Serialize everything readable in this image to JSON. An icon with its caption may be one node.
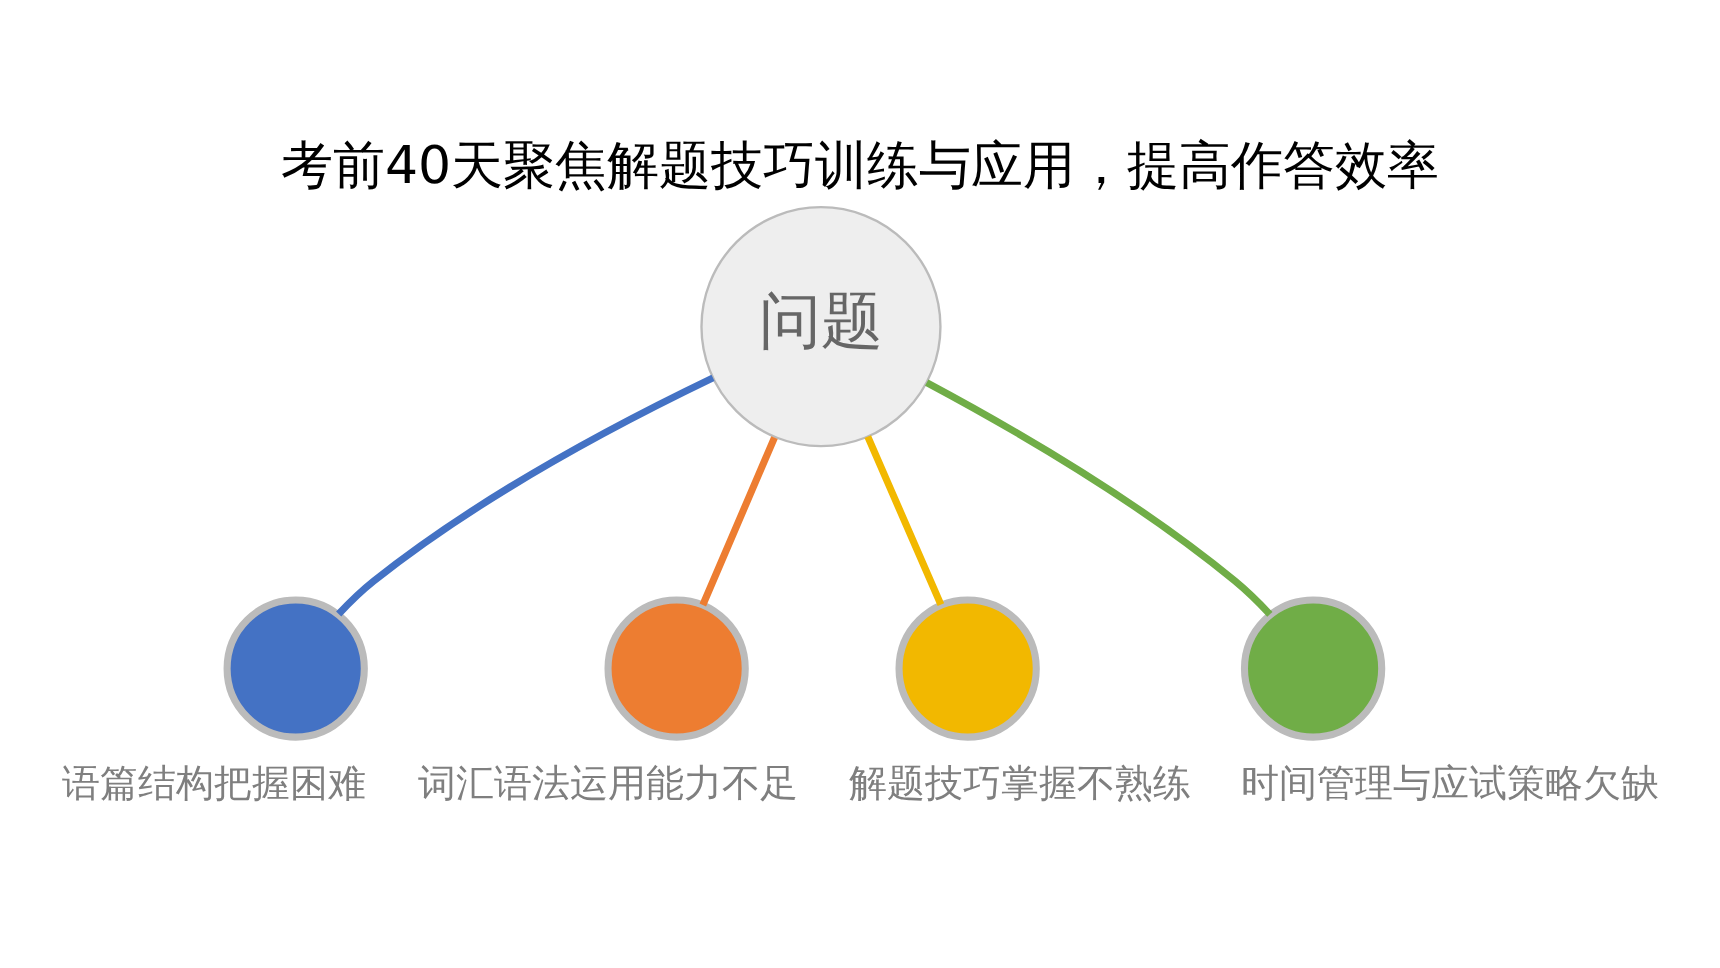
{
  "diagram": {
    "title": "考前40天聚焦解题技巧训练与应用，提高作答效率",
    "nodes": [
      {
        "text": [
          "问题"
        ]
      },
      {
        "text": [],
        "shape": "circle",
        "beside": [
          "语篇结构把握困难"
        ]
      },
      {
        "text": [],
        "shape": "circle",
        "beside": [
          "词汇语法运用能力不足"
        ]
      },
      {
        "text": [],
        "shape": "circle",
        "beside": [
          "解题技巧掌握不熟练"
        ]
      },
      {
        "text": [],
        "shape": "circle",
        "beside": [
          "时间管理与应试策略欠缺"
        ]
      }
    ],
    "edges": [
      {
        "from": 0,
        "to": 1,
        "arrow": "none",
        "color": "#4472c4"
      },
      {
        "from": 0,
        "to": 2,
        "arrow": "none",
        "color": "#ed7d31"
      },
      {
        "from": 0,
        "to": 3,
        "arrow": "none",
        "color": "#f2b800"
      },
      {
        "from": 0,
        "to": 4,
        "arrow": "none",
        "color": "#70ad47"
      }
    ]
  }
}
